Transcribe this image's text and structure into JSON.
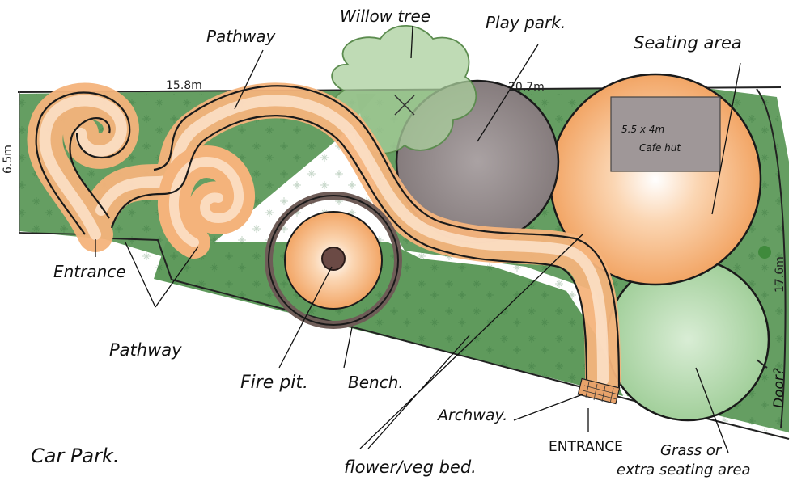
{
  "labels": {
    "willow": "Willow tree",
    "pathway_top": "Pathway",
    "play_park": "Play park.",
    "seating_area": "Seating area",
    "entrance_left": "Entrance",
    "pathway_bottom": "Pathway",
    "fire_pit": "Fire pit.",
    "bench": "Bench.",
    "archway": "Archway.",
    "flower_bed": "flower/veg bed.",
    "entrance_bottom": "ENTRANCE",
    "grass": "Grass or",
    "grass2": "extra seating area",
    "door": "Door?",
    "car_park": "Car Park.",
    "cafe_size": "5.5 x 4m",
    "cafe_name": "Cafe hut"
  },
  "measurements": {
    "top_left": "15.8m",
    "top_right": "20.7m",
    "left_side": "6.5m",
    "right_side": "17.6m"
  },
  "colors": {
    "grass": "#4f8f4f",
    "path": "#f6b57a",
    "play": "#8c8384",
    "willow": "#a9cf9c",
    "seating_lawn": "#b7dbb3",
    "bench": "#7a6761",
    "hut": "#9b9494"
  }
}
